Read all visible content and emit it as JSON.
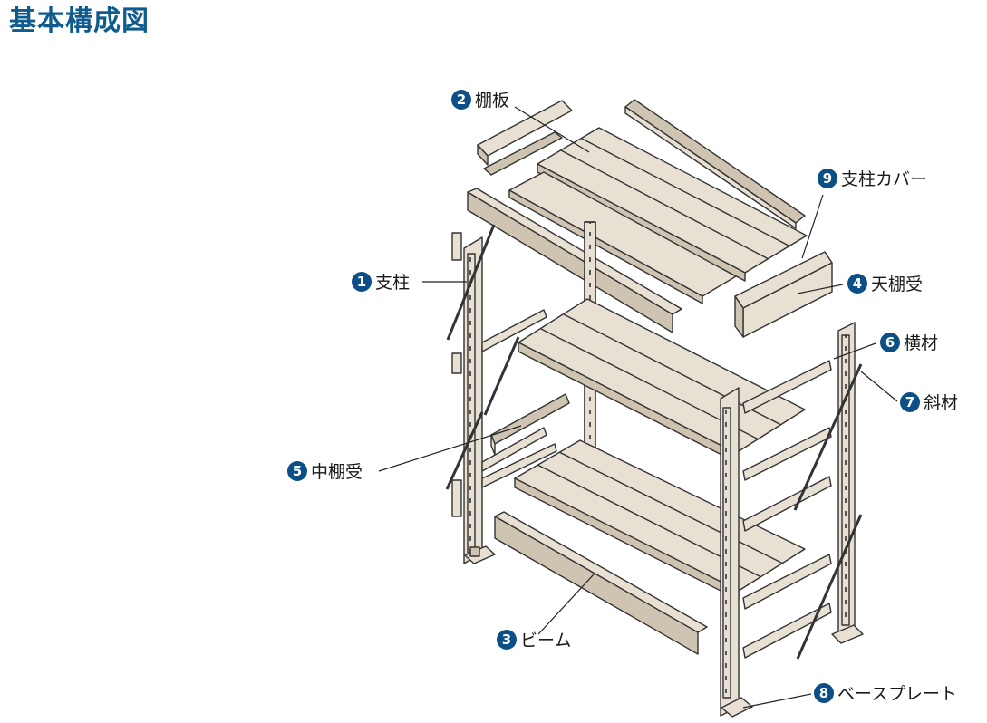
{
  "title": "基本構成図",
  "colors": {
    "title": "#0f5b8e",
    "badge": "#0c4f86",
    "part_fill": "#e8e0d3",
    "part_shade": "#cfc4b2",
    "outline": "#333333"
  },
  "labels": [
    {
      "num": "1",
      "text": "支柱"
    },
    {
      "num": "2",
      "text": "棚板"
    },
    {
      "num": "3",
      "text": "ビーム"
    },
    {
      "num": "4",
      "text": "天棚受"
    },
    {
      "num": "5",
      "text": "中棚受"
    },
    {
      "num": "6",
      "text": "横材"
    },
    {
      "num": "7",
      "text": "斜材"
    },
    {
      "num": "8",
      "text": "ベースプレート"
    },
    {
      "num": "9",
      "text": "支柱カバー"
    }
  ]
}
